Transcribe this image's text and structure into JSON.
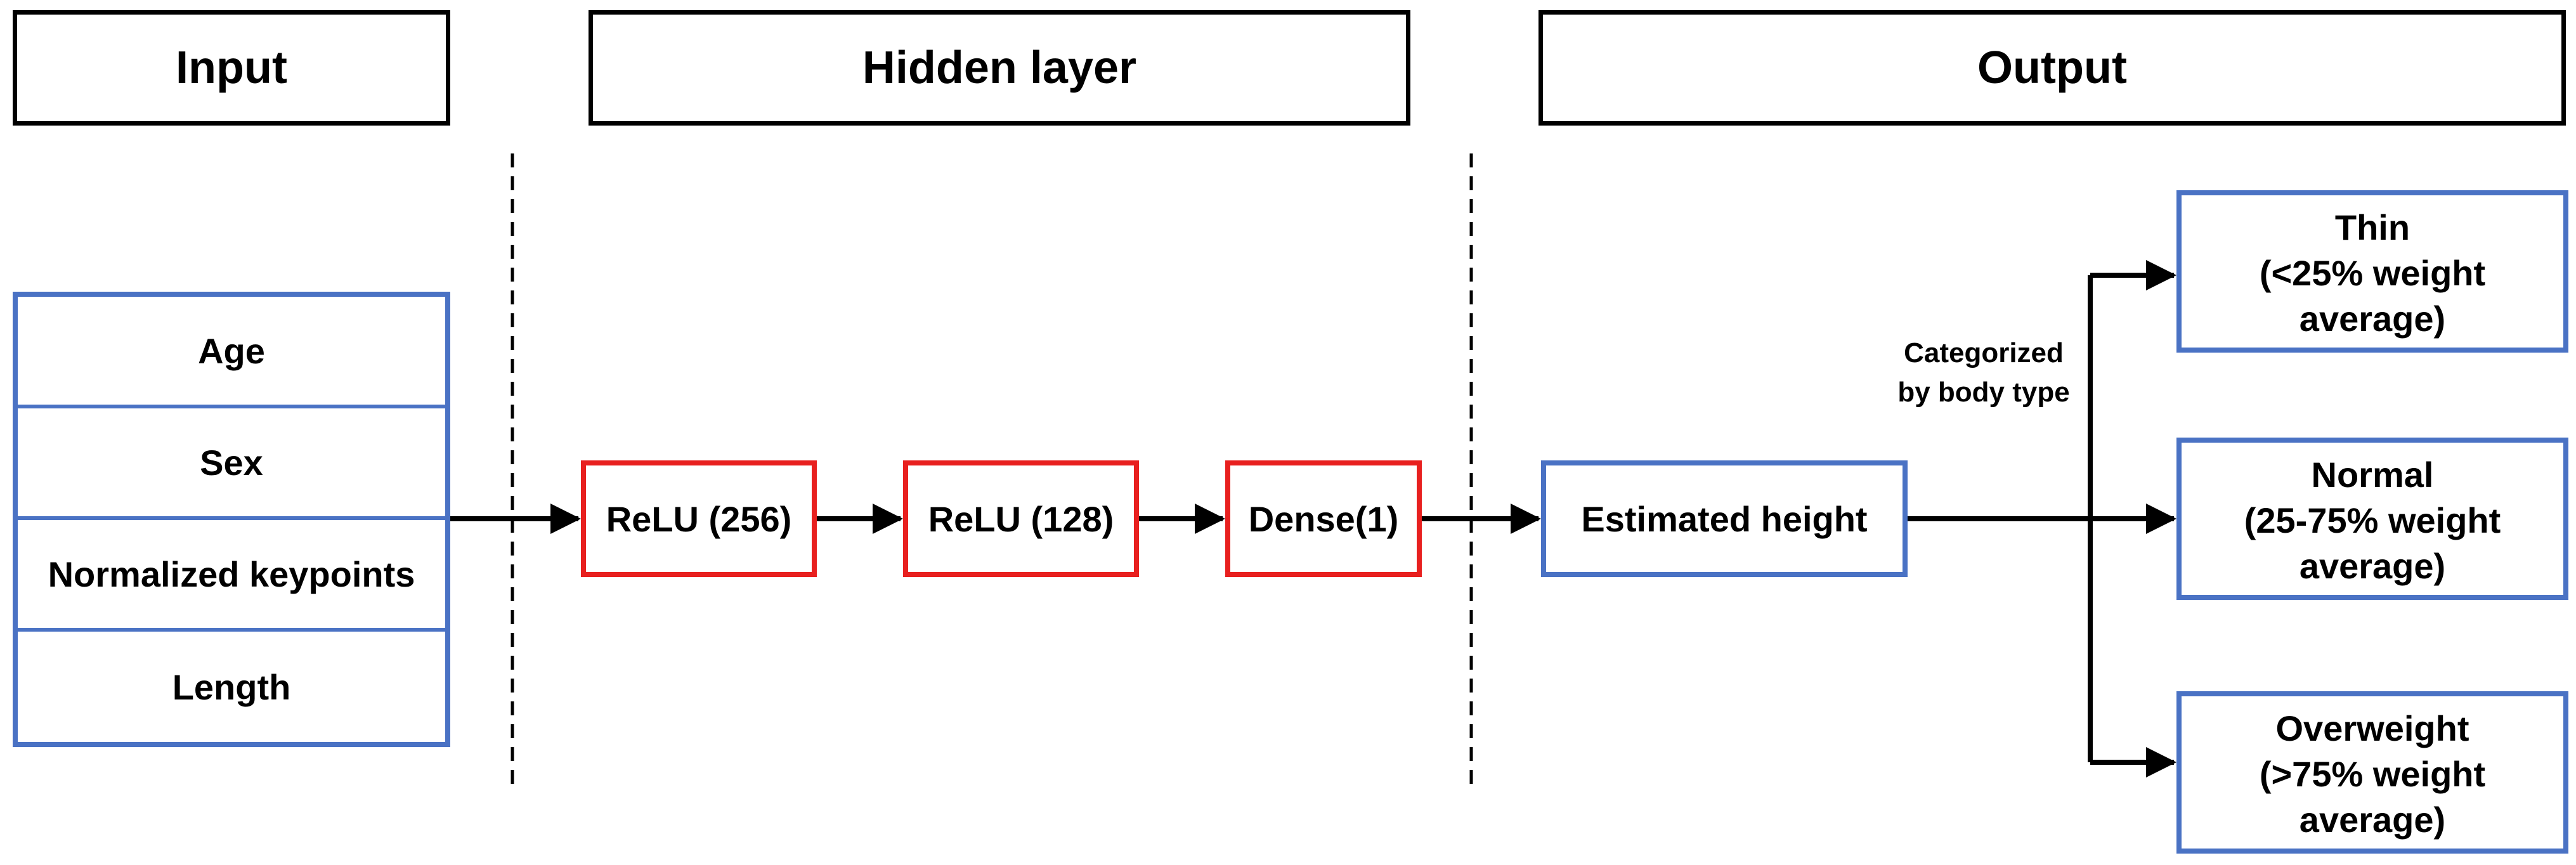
{
  "colors": {
    "input_border": "#4a72c4",
    "hidden_border": "#e8201f",
    "output_border": "#4a72c4",
    "line": "#000000"
  },
  "headers": {
    "input": "Input",
    "hidden": "Hidden layer",
    "output": "Output"
  },
  "inputs": {
    "age": "Age",
    "sex": "Sex",
    "keypoints": "Normalized keypoints",
    "length": "Length"
  },
  "hidden": {
    "relu256": "ReLU (256)",
    "relu128": "ReLU (128)",
    "dense": "Dense(1)"
  },
  "output": {
    "estimated": "Estimated height",
    "categorized_label": "Categorized\nby body type"
  },
  "classes": {
    "thin": "Thin\n(<25% weight\naverage)",
    "normal": "Normal\n(25-75% weight\naverage)",
    "overweight": "Overweight\n(>75% weight\naverage)"
  }
}
